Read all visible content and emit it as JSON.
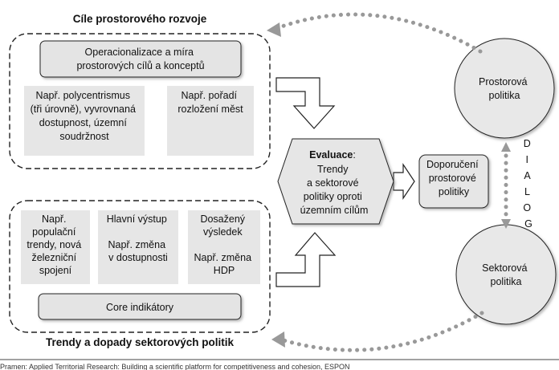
{
  "goals_section": {
    "title": "Cíle prostorového rozvoje",
    "operationalization": [
      "Operacionalizace a míra",
      "prostorových cílů a konceptů"
    ],
    "example_left": [
      "Např. polycentrismus",
      "(tři úrovně), vyvrovnaná",
      "dostupnost, územní",
      "soudržnost"
    ],
    "example_right": [
      "Např. pořadí",
      "rozložení měst"
    ]
  },
  "trends_section": {
    "title": "Trendy a dopady sektorových politik",
    "box1": [
      "Např.",
      "populační",
      "trendy, nová",
      "železniční",
      "spojení"
    ],
    "box2": [
      "Hlavní výstup",
      "",
      "Např. změna",
      "v dostupnosti"
    ],
    "box3": [
      "Dosažený",
      "výsledek",
      "",
      "Např. změna",
      "HDP"
    ],
    "core": "Core indikátory"
  },
  "evaluation": {
    "heading": "Evaluace",
    "colon": ":",
    "lines": [
      "Trendy",
      "a sektorové",
      "politiky oproti",
      "územním cílům"
    ]
  },
  "recommendation": [
    "Doporučení",
    "prostorové",
    "politiky"
  ],
  "spatial_policy": [
    "Prostorová",
    "politika"
  ],
  "sector_policy": [
    "Sektorová",
    "politika"
  ],
  "dialog_letters": [
    "D",
    "I",
    "A",
    "L",
    "O",
    "G"
  ],
  "footer": "Pramen: Applied Territorial Research: Building a scientific platform for competitiveness and cohesion, ESPON"
}
